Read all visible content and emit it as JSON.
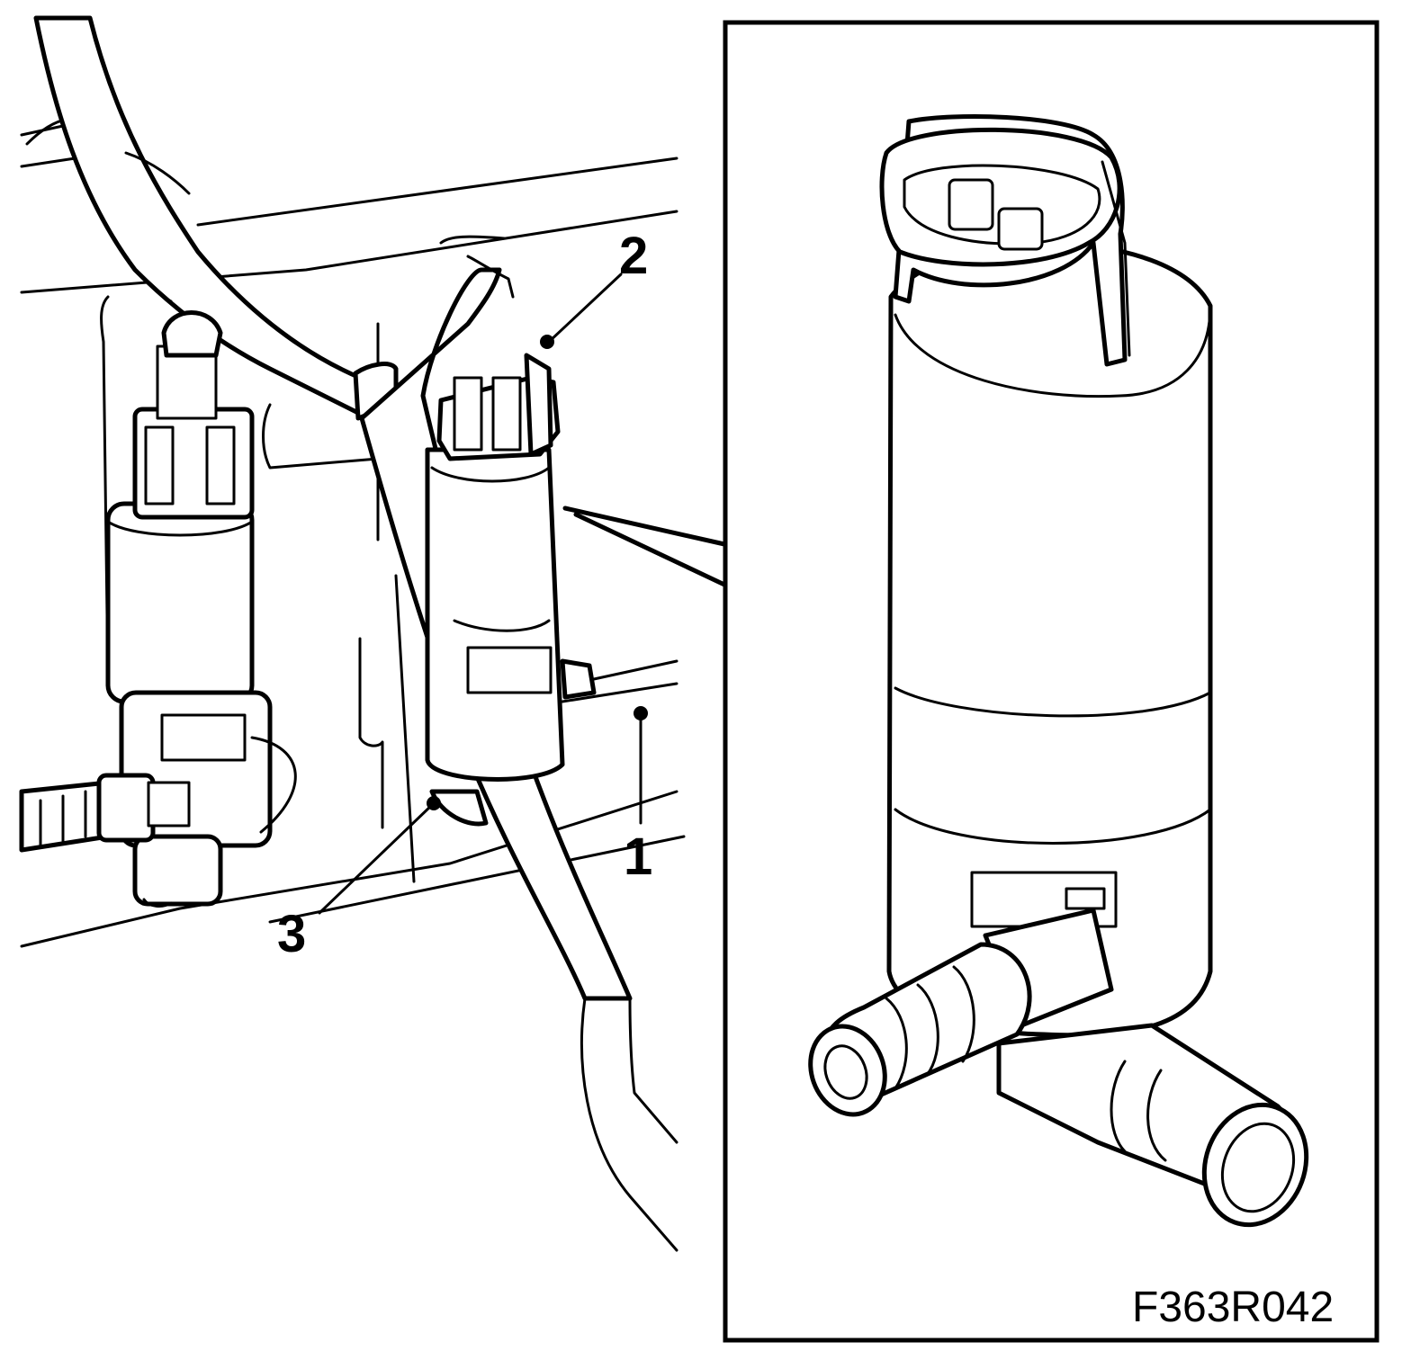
{
  "callouts": {
    "one": "1",
    "two": "2",
    "three": "3"
  },
  "figure_code": "F363R042"
}
